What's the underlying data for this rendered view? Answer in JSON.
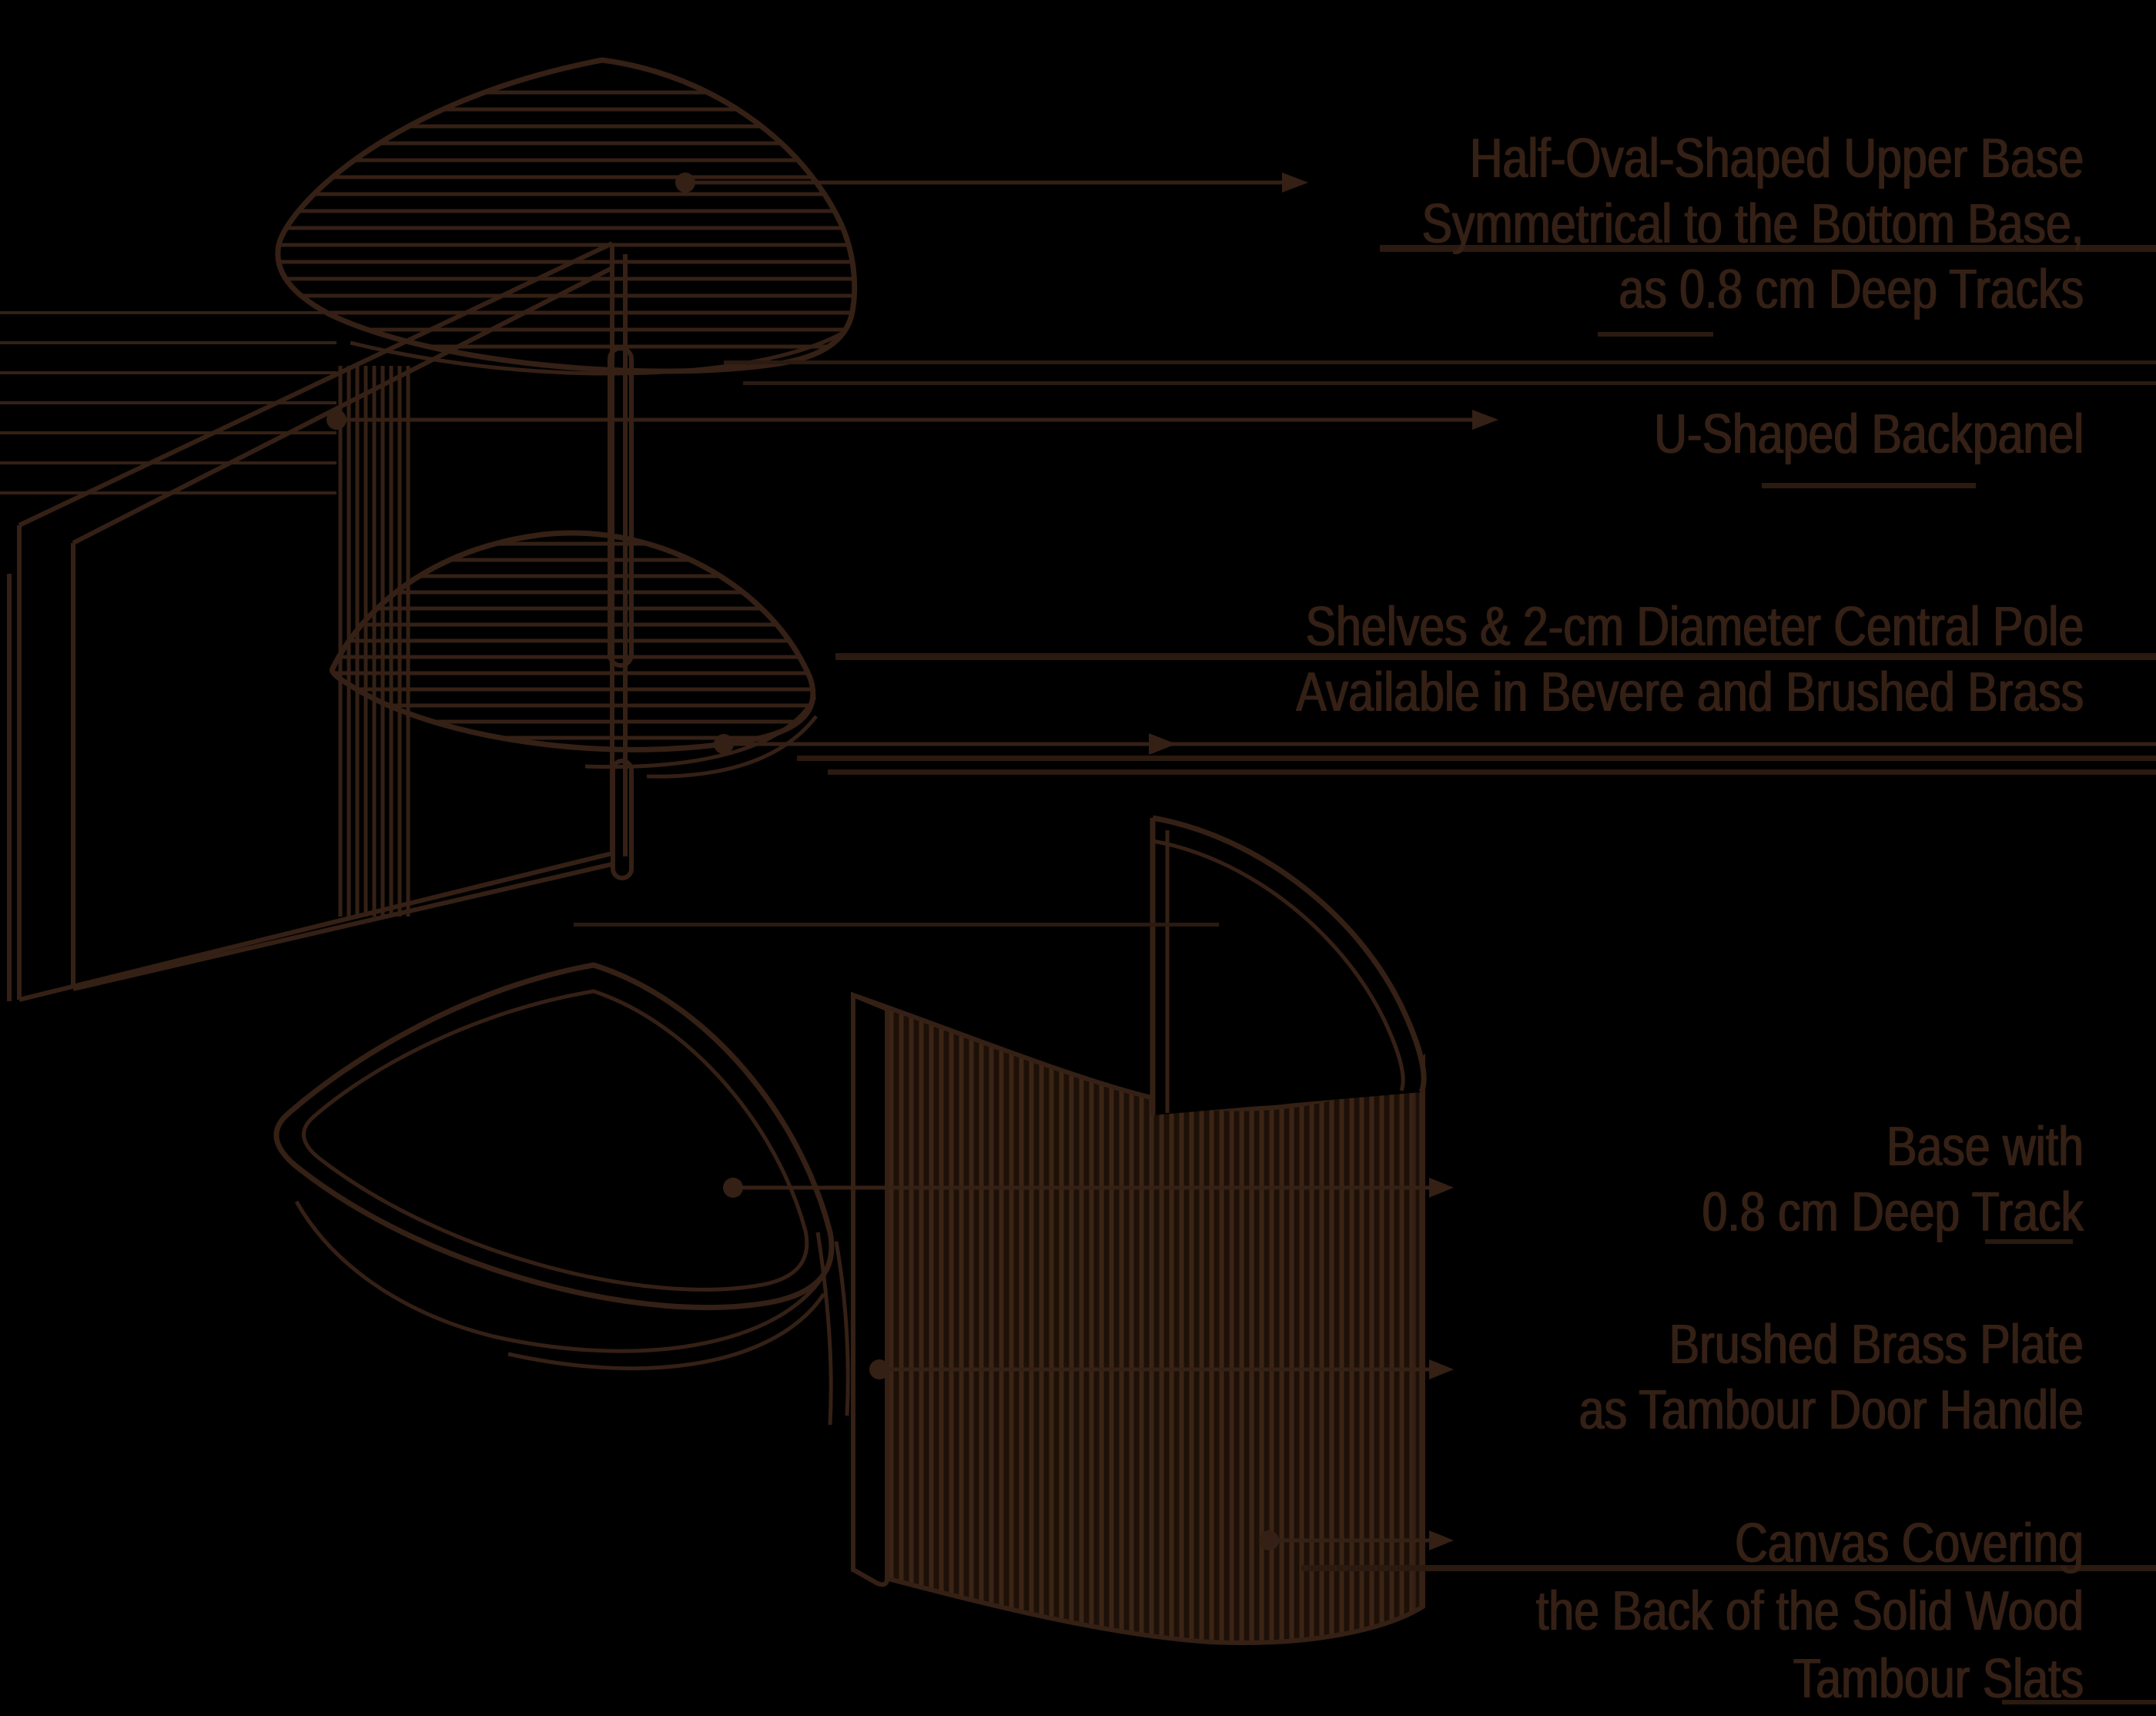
{
  "colors": {
    "background": "#000000",
    "ink": "#352015",
    "ink_dark": "#2B1A10",
    "door_fill": "#3B2415",
    "door_slat": "#1C1008"
  },
  "labels": [
    {
      "id": "upper-base",
      "lines": [
        "Half-Oval-Shaped Upper Base",
        "Symmetrical to the Bottom Base,",
        "as 0.8 cm Deep Tracks"
      ]
    },
    {
      "id": "backpanel",
      "lines": [
        "U-Shaped Backpanel"
      ]
    },
    {
      "id": "shelves-pole",
      "lines": [
        "Shelves & 2-cm Diameter Central Pole",
        "Available in Bevere and Brushed Brass"
      ]
    },
    {
      "id": "base-track",
      "lines": [
        "Base with",
        "0.8 cm Deep Track"
      ]
    },
    {
      "id": "brass-plate",
      "lines": [
        "Brushed Brass Plate",
        "as Tambour Door Handle"
      ]
    },
    {
      "id": "canvas-covering",
      "lines": [
        "Canvas Covering",
        "the Back of the Solid Wood",
        "Tambour Slats"
      ]
    }
  ]
}
